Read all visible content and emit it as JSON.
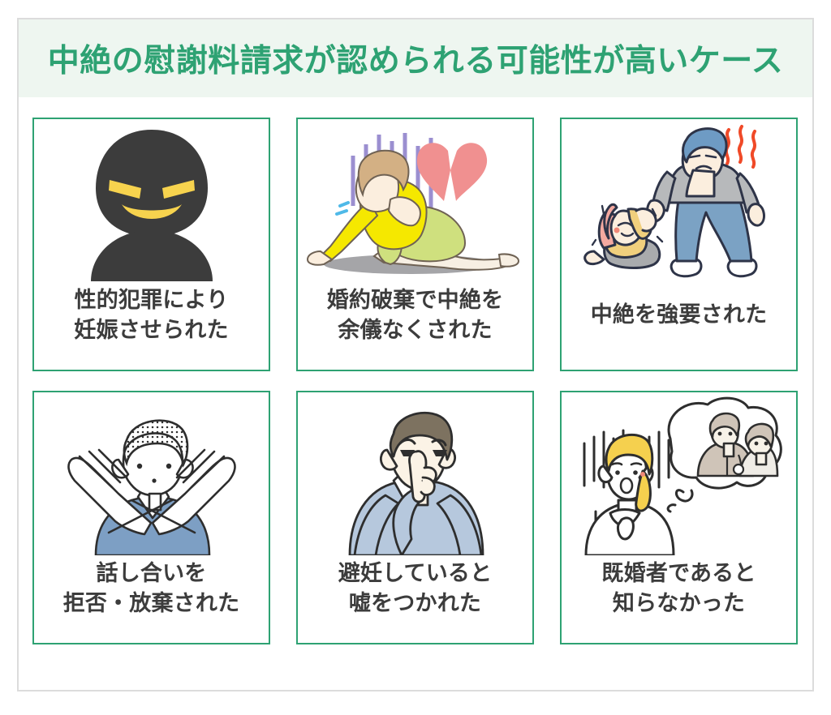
{
  "header": {
    "title": "中絶の慰謝料請求が認められる可能性が高いケース",
    "title_color": "#2ea273",
    "band_color": "#eef6f0"
  },
  "theme": {
    "accent_green": "#2ea273",
    "frame_gray": "#dcdcdc",
    "text_dark": "#3c3c3c",
    "silhouette_dark": "#3c3c3c",
    "silhouette_yellow": "#f7d34e",
    "heart_pink": "#f09090",
    "line_purple": "#9b8fd0",
    "shirt_blue": "#7d9fc4",
    "shirt_lightblue": "#b6c8dd",
    "hair_brown": "#7d7260",
    "hair_blonde": "#f5d04e",
    "bubble_beige": "#cfc4b8"
  },
  "cards": [
    {
      "id": "sexual-crime",
      "icon": "menacing-silhouette-icon",
      "label_lines": [
        "性的犯罪により",
        "妊娠させられた"
      ]
    },
    {
      "id": "engagement-broken",
      "icon": "crying-woman-broken-heart-icon",
      "label_lines": [
        "婚約破棄で中絶を",
        "余儀なくされた"
      ]
    },
    {
      "id": "forced-abortion",
      "icon": "angry-man-cowering-woman-icon",
      "label_lines": [
        "中絶を強要された"
      ]
    },
    {
      "id": "refused-discussion",
      "icon": "crossed-arms-refusal-icon",
      "label_lines": [
        "話し合いを",
        "拒否・放棄された"
      ]
    },
    {
      "id": "contraception-lie",
      "icon": "shushing-man-icon",
      "label_lines": [
        "避妊していると",
        "嘘をつかれた"
      ]
    },
    {
      "id": "hidden-marriage",
      "icon": "shocked-woman-thought-bubble-icon",
      "label_lines": [
        "既婚者であると",
        "知らなかった"
      ]
    }
  ]
}
